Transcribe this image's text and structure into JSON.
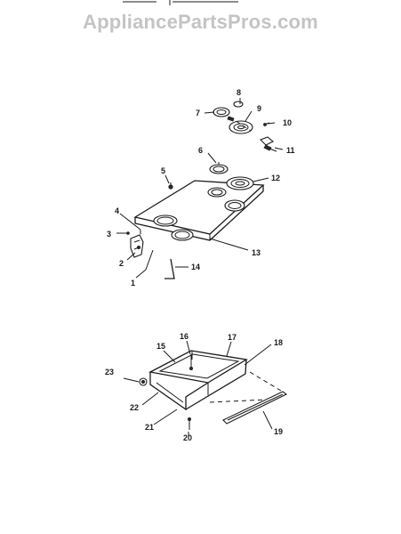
{
  "watermark": "AppliancePartsPros.com",
  "callouts": [
    {
      "id": "c1",
      "text": "1"
    },
    {
      "id": "c2",
      "text": "2"
    },
    {
      "id": "c3",
      "text": "3"
    },
    {
      "id": "c4",
      "text": "4"
    },
    {
      "id": "c5",
      "text": "5"
    },
    {
      "id": "c6",
      "text": "6"
    },
    {
      "id": "c7",
      "text": "7"
    },
    {
      "id": "c8",
      "text": "8"
    },
    {
      "id": "c9",
      "text": "9"
    },
    {
      "id": "c10",
      "text": "10"
    },
    {
      "id": "c11",
      "text": "11"
    },
    {
      "id": "c12",
      "text": "12"
    },
    {
      "id": "c13",
      "text": "13"
    },
    {
      "id": "c14",
      "text": "14"
    },
    {
      "id": "c15",
      "text": "15"
    },
    {
      "id": "c16",
      "text": "16"
    },
    {
      "id": "c17",
      "text": "17"
    },
    {
      "id": "c18",
      "text": "18"
    },
    {
      "id": "c19",
      "text": "19"
    },
    {
      "id": "c20",
      "text": "20"
    },
    {
      "id": "c21",
      "text": "21"
    },
    {
      "id": "c22",
      "text": "22"
    },
    {
      "id": "c23",
      "text": "23"
    }
  ]
}
